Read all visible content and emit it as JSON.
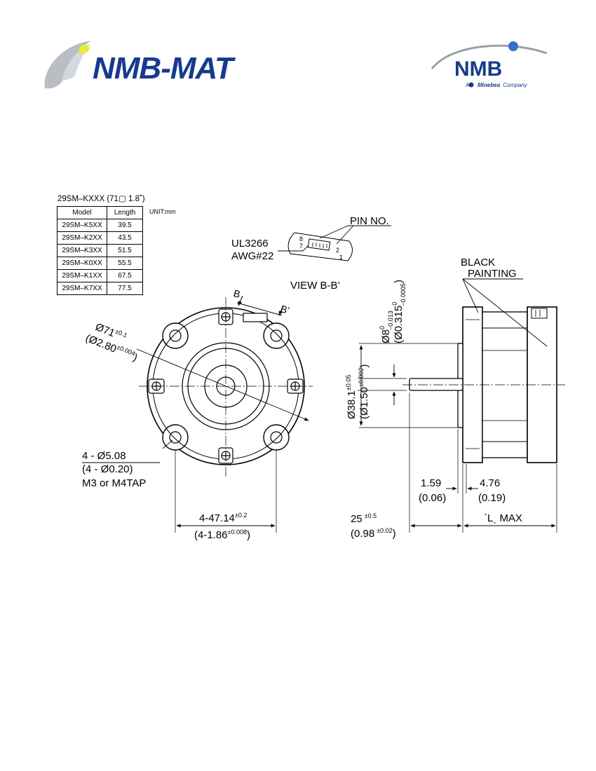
{
  "branding": {
    "left_logo_text": "NMB-MAT",
    "right_logo_text": "NMB",
    "right_logo_tagline_prefix": "A",
    "right_logo_tagline_brand": "Minebea",
    "right_logo_tagline_suffix": "Company",
    "colors": {
      "navy": "#173a8c",
      "lime": "#e6ee3a",
      "gray_swoosh": "#b9bdc4"
    }
  },
  "part": {
    "title": "29SM–KXXX (71▢ 1.8˚)",
    "unit": "UNIT:mm",
    "table": {
      "headers": [
        "Model",
        "Length"
      ],
      "rows": [
        [
          "29SM–K5XX",
          "39.5"
        ],
        [
          "29SM–K2XX",
          "43.5"
        ],
        [
          "29SM–K3XX",
          "51.5"
        ],
        [
          "29SM–K0XX",
          "55.5"
        ],
        [
          "29SM–K1XX",
          "67.5"
        ],
        [
          "29SM–K7XX",
          "77.5"
        ]
      ]
    }
  },
  "labels": {
    "pin_no": "PIN NO.",
    "pin_8": "8",
    "pin_7": "7",
    "pin_2": "2",
    "pin_1": "1",
    "cable_type": "UL3266",
    "cable_gauge": "AWG#22",
    "view": "VIEW B-B’",
    "section_b": "B",
    "section_b2": "B’",
    "black_painting_1": "BLACK",
    "black_painting_2": "PAINTING",
    "diam71": "Ø71",
    "diam71_tol": "±0.1",
    "diam71_in": "(Ø2.80",
    "diam71_in_tol": "±0.004",
    "diam71_in_close": ")",
    "holes_mm": "4 - Ø5.08",
    "holes_in": "(4 - Ø0.20)",
    "holes_tap": "M3 or M4TAP",
    "pitch_mm": "4-47.14",
    "pitch_mm_tol": "±0.2",
    "pitch_in": "(4-1.86",
    "pitch_in_tol": "±0.008",
    "pitch_in_close": ")",
    "shaft_mm": "Ø8",
    "shaft_mm_tol_up": "0",
    "shaft_mm_tol_low": "−0.013",
    "shaft_in": "(Ø0.315",
    "shaft_in_tol_up": "0",
    "shaft_in_tol_low": "−0.0005",
    "shaft_in_close": ")",
    "pilot_mm": "Ø38.1",
    "pilot_mm_tol": "±0.05",
    "pilot_in": "(Ø1.50",
    "pilot_in_tol": "±0.002",
    "pilot_in_close": ")",
    "dim_159": "1.59",
    "dim_159_in": "(0.06)",
    "dim_476": "4.76",
    "dim_476_in": "(0.19)",
    "shaft_len": "25",
    "shaft_len_tol": "±0.5",
    "shaft_len_in": "(0.98",
    "shaft_len_in_tol": "±0.02",
    "shaft_len_in_close": ")",
    "l_max": "ˋLˎ MAX"
  }
}
